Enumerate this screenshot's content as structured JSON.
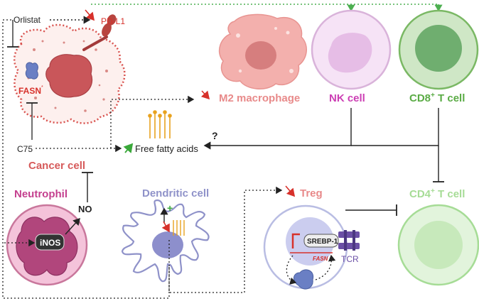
{
  "labels": {
    "orlistat": "Orlistat",
    "pdl1": "PD-L1",
    "fasn_cancer": "FASN",
    "c75": "C75",
    "cancer_cell": "Cancer cell",
    "m2_macrophage": "M2 macrophage",
    "nk_cell": "NK cell",
    "cd8_main": "CD8",
    "cd8_sup": "+",
    "cd8_tail": " T cell",
    "free_fatty_acids": "Free fatty acids",
    "question": "?",
    "neutrophil": "Neutrophil",
    "inos": "iNOS",
    "no": "NO",
    "dendritic_cell": "Dendritic cell",
    "dc_plus": "+",
    "treg": "Treg",
    "srebp1": "SREBP-1",
    "fasn_treg": "FASN",
    "tcr": "TCR",
    "cd4_main": "CD4",
    "cd4_sup": "+",
    "cd4_tail": " T cell"
  },
  "colors": {
    "cancer_red": "#d9534f",
    "cancer_label": "#d65a5a",
    "macrophage": "#e88a8a",
    "nk": "#cc3fb4",
    "cd8": "#5aab45",
    "cd4": "#a6dc96",
    "neutrophil": "#c43f8e",
    "dendritic": "#8f92c9",
    "treg": "#e8898a",
    "arrow_red": "#d7312b",
    "arrow_green": "#3aa83a",
    "dotted_green": "#4caf50"
  }
}
